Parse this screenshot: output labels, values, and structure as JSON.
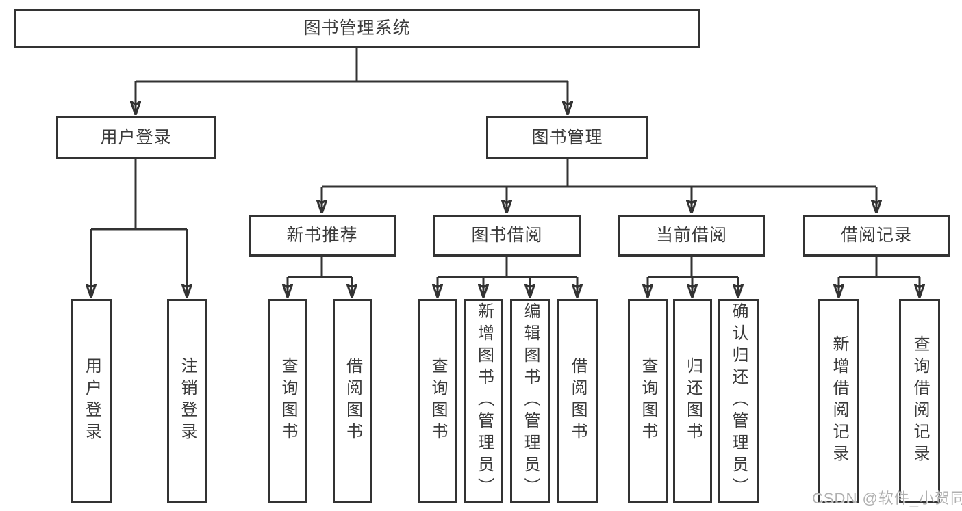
{
  "diagram": {
    "root": {
      "label": "图书管理系统"
    },
    "branches": [
      {
        "label": "用户登录",
        "children": [
          {
            "label": "用户登录"
          },
          {
            "label": "注销登录"
          }
        ]
      },
      {
        "label": "图书管理",
        "children": [
          {
            "label": "新书推荐",
            "children": [
              {
                "label": "查询图书"
              },
              {
                "label": "借阅图书"
              }
            ]
          },
          {
            "label": "图书借阅",
            "children": [
              {
                "label": "查询图书"
              },
              {
                "label": "新增图书（管理员）"
              },
              {
                "label": "编辑图书（管理员）"
              },
              {
                "label": "借阅图书"
              }
            ]
          },
          {
            "label": "当前借阅",
            "children": [
              {
                "label": "查询图书"
              },
              {
                "label": "归还图书"
              },
              {
                "label": "确认归还（管理员）"
              }
            ]
          },
          {
            "label": "借阅记录",
            "children": [
              {
                "label": "新增借阅记录"
              },
              {
                "label": "查询借阅记录"
              }
            ]
          }
        ]
      }
    ]
  },
  "watermark": {
    "text": "CSDN @软件_小贺同学"
  },
  "colors": {
    "line": "#333333",
    "box_border": "#333333",
    "box_fill": "#ffffff",
    "text": "#3a3a3a",
    "background": "#ffffff",
    "watermark": "#b0b0b0"
  }
}
